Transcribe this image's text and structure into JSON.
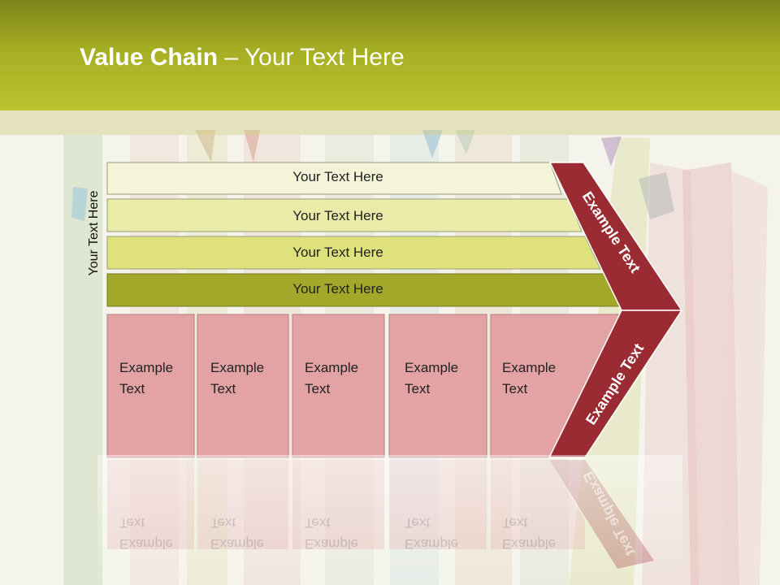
{
  "title": {
    "bold": "Value Chain",
    "rest": " – Your Text Here"
  },
  "side_label": "Your Text Here",
  "rows": [
    {
      "label": "Your Text Here"
    },
    {
      "label": "Your Text Here"
    },
    {
      "label": "Your Text Here"
    },
    {
      "label": "Your Text Here"
    }
  ],
  "boxes": [
    {
      "line1": "Example",
      "line2": "Text"
    },
    {
      "line1": "Example",
      "line2": "Text"
    },
    {
      "line1": "Example",
      "line2": "Text"
    },
    {
      "line1": "Example",
      "line2": "Text"
    },
    {
      "line1": "Example",
      "line2": "Text"
    }
  ],
  "chevron": {
    "top_label": "Example Text",
    "bottom_label": "Example Text"
  },
  "colors": {
    "header": "#a6ae24",
    "row1": "#f3f4d8",
    "row2": "#eaeba8",
    "row3": "#dfe27c",
    "row4": "#a3a82a",
    "boxes": "#e3a3a4",
    "chevron": "#9a2b33"
  }
}
